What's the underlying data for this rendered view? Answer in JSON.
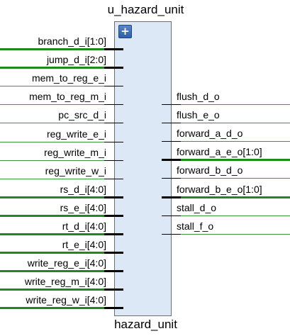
{
  "instance_name": "u_hazard_unit",
  "module_name": "hazard_unit",
  "expand_button": "+",
  "inputs": [
    {
      "name": "branch_d_i[1:0]",
      "bus": true
    },
    {
      "name": "jump_d_i[2:0]",
      "bus": true
    },
    {
      "name": "mem_to_reg_e_i",
      "bus": false
    },
    {
      "name": "mem_to_reg_m_i",
      "bus": false
    },
    {
      "name": "pc_src_d_i",
      "bus": false
    },
    {
      "name": "reg_write_e_i",
      "bus": false
    },
    {
      "name": "reg_write_m_i",
      "bus": false
    },
    {
      "name": "reg_write_w_i",
      "bus": false
    },
    {
      "name": "rs_d_i[4:0]",
      "bus": true
    },
    {
      "name": "rs_e_i[4:0]",
      "bus": true
    },
    {
      "name": "rt_d_i[4:0]",
      "bus": true
    },
    {
      "name": "rt_e_i[4:0]",
      "bus": true
    },
    {
      "name": "write_reg_e_i[4:0]",
      "bus": true
    },
    {
      "name": "write_reg_m_i[4:0]",
      "bus": true
    },
    {
      "name": "write_reg_w_i[4:0]",
      "bus": true
    }
  ],
  "outputs": [
    {
      "name": "flush_d_o",
      "bus": false
    },
    {
      "name": "flush_e_o",
      "bus": false
    },
    {
      "name": "forward_a_d_o",
      "bus": false
    },
    {
      "name": "forward_a_e_o[1:0]",
      "bus": true
    },
    {
      "name": "forward_b_d_o",
      "bus": false
    },
    {
      "name": "forward_b_e_o[1:0]",
      "bus": true
    },
    {
      "name": "stall_d_o",
      "bus": false
    },
    {
      "name": "stall_f_o",
      "bus": false
    }
  ]
}
